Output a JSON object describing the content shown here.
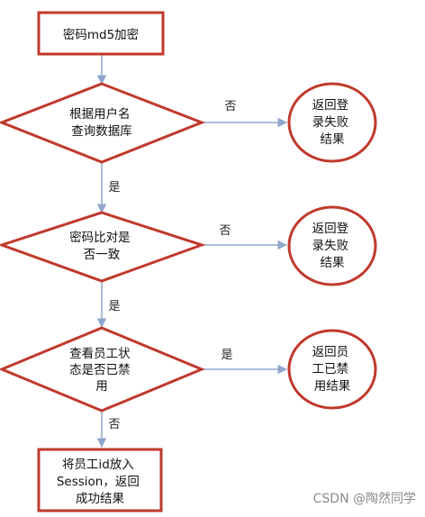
{
  "diagram": {
    "nodes": {
      "n1": {
        "lines": [
          "密码md5加密"
        ]
      },
      "d1": {
        "lines": [
          "根据用户名",
          "查询数据库"
        ]
      },
      "d2": {
        "lines": [
          "密码比对是",
          "否一致"
        ]
      },
      "d3": {
        "lines": [
          "查看员工状",
          "态是否已禁",
          "用"
        ]
      },
      "n2": {
        "lines": [
          "将员工id放入",
          "Session，返回",
          "成功结果"
        ]
      },
      "e1": {
        "lines": [
          "返回登",
          "录失败",
          "结果"
        ]
      },
      "e2": {
        "lines": [
          "返回登",
          "录失败",
          "结果"
        ]
      },
      "e3": {
        "lines": [
          "返回员",
          "工已禁",
          "用结果"
        ]
      }
    },
    "edges": {
      "d1_no": "否",
      "d1_yes": "是",
      "d2_no": "否",
      "d2_yes": "是",
      "d3_yes": "是",
      "d3_no": "否"
    },
    "colors": {
      "shape_stroke": "#c0392b",
      "arrow": "#8fa7cc",
      "text": "#111111"
    }
  },
  "watermark": "CSDN @陶然同学"
}
